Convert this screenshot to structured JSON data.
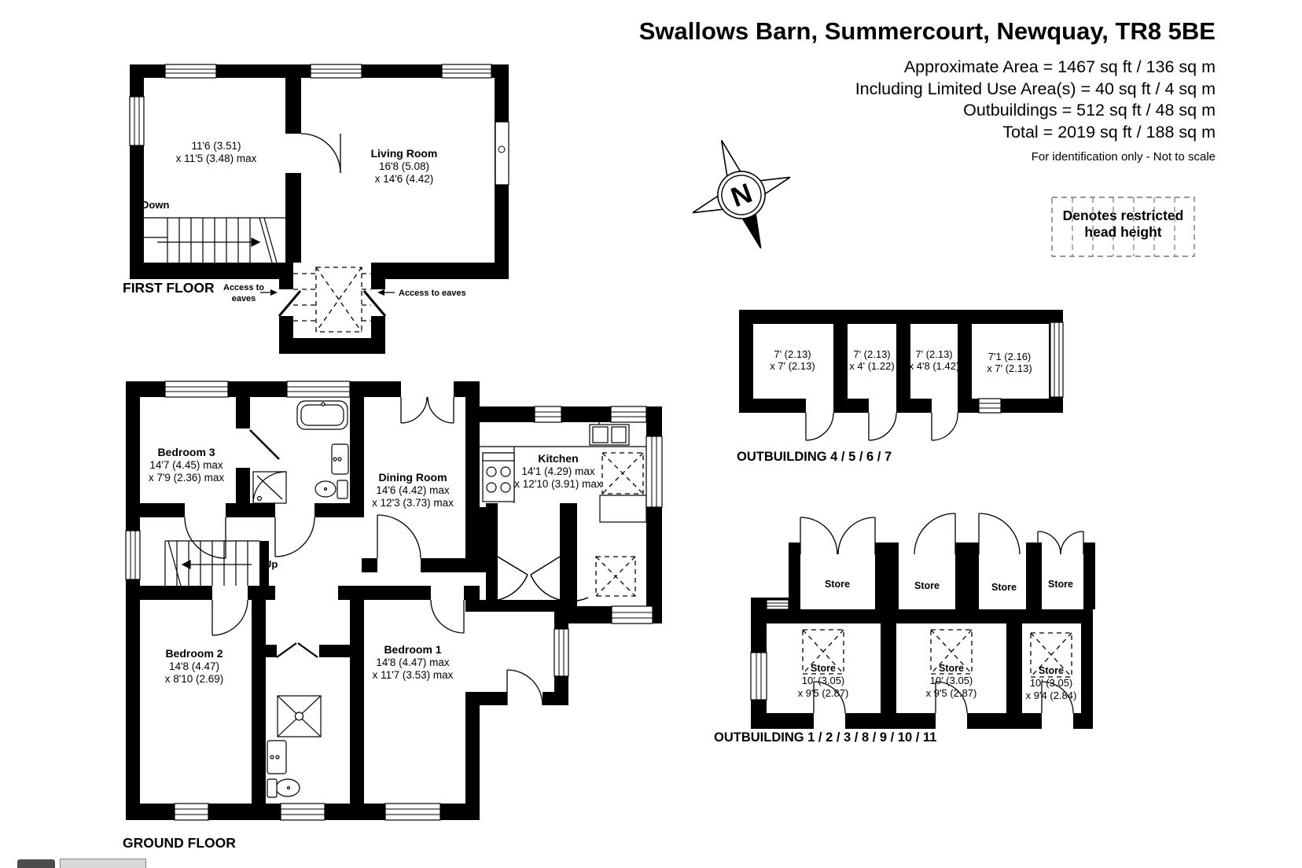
{
  "header": {
    "title": "Swallows Barn, Summercourt, Newquay, TR8 5BE",
    "area_lines": [
      "Approximate Area = 1467 sq ft / 136 sq m",
      "Including Limited Use Area(s) = 40 sq ft / 4 sq m",
      "Outbuildings = 512 sq ft / 48 sq m",
      "Total = 2019 sq ft / 188 sq m"
    ],
    "disclaimer": "For identification only - Not to scale"
  },
  "legend": {
    "line1": "Denotes restricted",
    "line2": "head height"
  },
  "compass": {
    "north": "N"
  },
  "first_floor": {
    "label": "FIRST FLOOR",
    "down": "Down",
    "room1": [
      "11'6 (3.51)",
      "x 11'5 (3.48)  max"
    ],
    "living": [
      "Living Room",
      "16'8 (5.08)",
      "x 14'6 (4.42)"
    ],
    "access_left1": "Access to",
    "access_left2": "eaves",
    "access_right": "Access to eaves"
  },
  "ground_floor": {
    "label": "GROUND FLOOR",
    "up": "Up",
    "bedroom3": [
      "Bedroom 3",
      "14'7 (4.45) max",
      "x 7'9 (2.36) max"
    ],
    "dining": [
      "Dining Room",
      "14'6 (4.42) max",
      "x 12'3 (3.73) max"
    ],
    "kitchen": [
      "Kitchen",
      "14'1 (4.29) max",
      "x 12'10 (3.91) max"
    ],
    "bedroom2": [
      "Bedroom 2",
      "14'8 (4.47)",
      "x 8'10 (2.69)"
    ],
    "bedroom1": [
      "Bedroom 1",
      "14'8 (4.47) max",
      "x 11'7 (3.53) max"
    ]
  },
  "outbuilding_a": {
    "label": "OUTBUILDING 4 / 5 / 6 / 7",
    "rooms": [
      [
        "7' (2.13)",
        "x 7' (2.13)"
      ],
      [
        "7' (2.13)",
        "x 4' (1.22)"
      ],
      [
        "7' (2.13)",
        "x 4'8 (1.42)"
      ],
      [
        "7'1 (2.16)",
        "x 7' (2.13)"
      ]
    ]
  },
  "outbuilding_b": {
    "label": "OUTBUILDING 1 / 2 / 3 / 8 / 9 / 10 / 11",
    "top_stores": [
      "Store",
      "Store",
      "Store",
      "Store"
    ],
    "stores": [
      [
        "Store",
        "10' (3.05)",
        "x 9'5 (2.87)"
      ],
      [
        "Store",
        "10' (3.05)",
        "x 9'5 (2.87)"
      ],
      [
        "Store",
        "10' (3.05)",
        "x 9'4 (2.84)"
      ]
    ]
  }
}
